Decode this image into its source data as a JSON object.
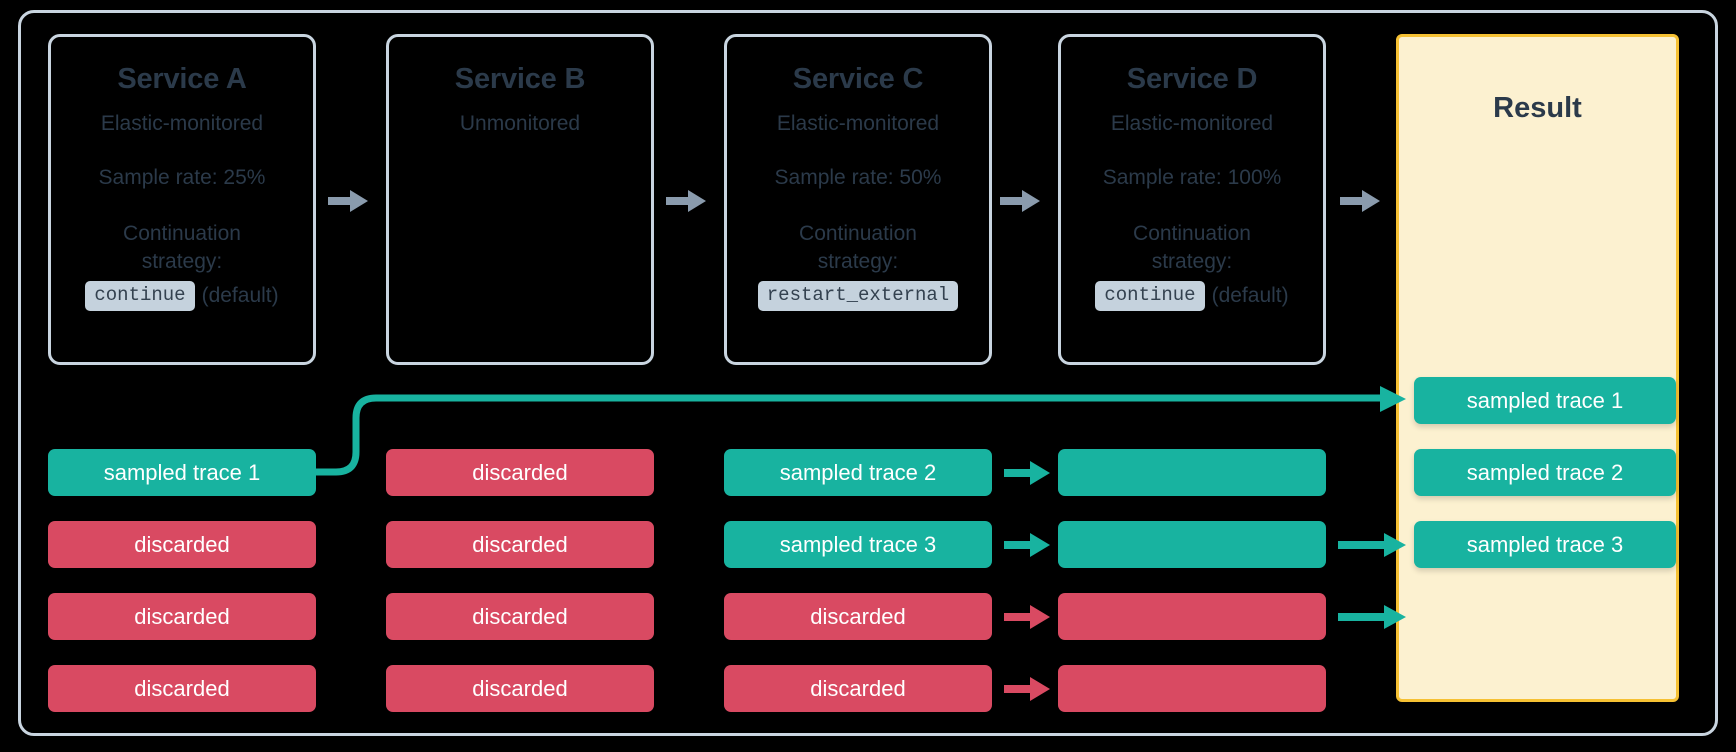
{
  "diagram": {
    "title_role": "tail-based-sampling-flow",
    "colors": {
      "background": "#000000",
      "frame_border": "#c9d5e0",
      "text": "#2b3a4a",
      "sampled": "#18b3a0",
      "discarded": "#d94a62",
      "result_bg": "#fcf1d0",
      "result_border": "#f6c133",
      "gray_arrow": "#8a9bad",
      "code_badge_bg": "#c5d2dd"
    }
  },
  "services": [
    {
      "name": "Service A",
      "monitoring": "Elastic-monitored",
      "sample_rate": "Sample rate: 25%",
      "strategy_label": "Continuation strategy:",
      "strategy_value": "continue",
      "strategy_note": "(default)"
    },
    {
      "name": "Service B",
      "monitoring": "Unmonitored",
      "sample_rate": "",
      "strategy_label": "",
      "strategy_value": "",
      "strategy_note": ""
    },
    {
      "name": "Service C",
      "monitoring": "Elastic-monitored",
      "sample_rate": "Sample rate: 50%",
      "strategy_label": "Continuation strategy:",
      "strategy_value": "restart_external",
      "strategy_note": ""
    },
    {
      "name": "Service D",
      "monitoring": "Elastic-monitored",
      "sample_rate": "Sample rate: 100%",
      "strategy_label": "Continuation strategy:",
      "strategy_value": "continue",
      "strategy_note": "(default)"
    }
  ],
  "result": {
    "title": "Result",
    "traces": [
      {
        "label": "sampled trace 1",
        "state": "sampled"
      },
      {
        "label": "sampled trace 2",
        "state": "sampled"
      },
      {
        "label": "sampled trace 3",
        "state": "sampled"
      }
    ]
  },
  "columns": [
    {
      "service": "Service A",
      "traces": [
        {
          "label": "sampled trace 1",
          "state": "sampled"
        },
        {
          "label": "discarded",
          "state": "discarded"
        },
        {
          "label": "discarded",
          "state": "discarded"
        },
        {
          "label": "discarded",
          "state": "discarded"
        }
      ]
    },
    {
      "service": "Service B",
      "traces": [
        {
          "label": "discarded",
          "state": "discarded"
        },
        {
          "label": "discarded",
          "state": "discarded"
        },
        {
          "label": "discarded",
          "state": "discarded"
        },
        {
          "label": "discarded",
          "state": "discarded"
        }
      ]
    },
    {
      "service": "Service C",
      "traces": [
        {
          "label": "sampled trace 2",
          "state": "sampled"
        },
        {
          "label": "sampled trace 3",
          "state": "sampled"
        },
        {
          "label": "discarded",
          "state": "discarded"
        },
        {
          "label": "discarded",
          "state": "discarded"
        }
      ]
    },
    {
      "service": "Service D",
      "traces": [
        {
          "label": "",
          "state": "sampled"
        },
        {
          "label": "",
          "state": "sampled"
        },
        {
          "label": "",
          "state": "discarded"
        },
        {
          "label": "",
          "state": "discarded"
        }
      ]
    }
  ]
}
